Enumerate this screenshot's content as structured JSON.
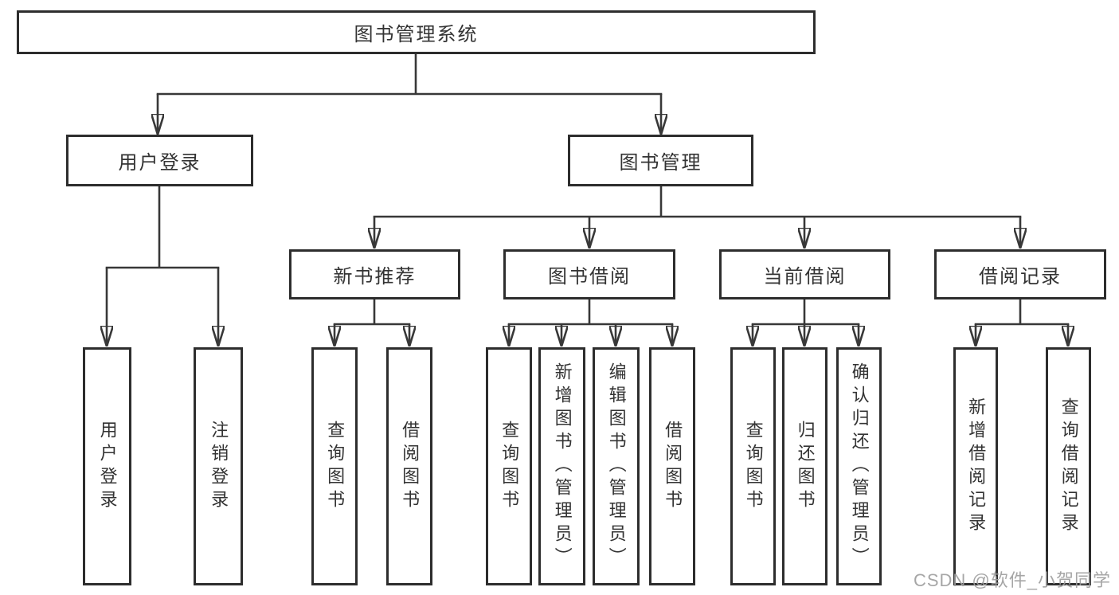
{
  "diagram": {
    "type": "hierarchy",
    "colors": {
      "line": "#383838",
      "box_border": "#2d2d2d",
      "box_fill": "#ffffff",
      "text": "#333333",
      "watermark": "#9e9e9e"
    },
    "root": {
      "label": "图书管理系统"
    },
    "branches": [
      {
        "label": "用户登录",
        "children": [
          {
            "label": "用户登录"
          },
          {
            "label": "注销登录"
          }
        ]
      },
      {
        "label": "图书管理",
        "modules": [
          {
            "label": "新书推荐",
            "children": [
              {
                "label": "查询图书"
              },
              {
                "label": "借阅图书"
              }
            ]
          },
          {
            "label": "图书借阅",
            "children": [
              {
                "label": "查询图书"
              },
              {
                "label": "新增图书（管理员）"
              },
              {
                "label": "编辑图书（管理员）"
              },
              {
                "label": "借阅图书"
              }
            ]
          },
          {
            "label": "当前借阅",
            "children": [
              {
                "label": "查询图书"
              },
              {
                "label": "归还图书"
              },
              {
                "label": "确认归还（管理员）"
              }
            ]
          },
          {
            "label": "借阅记录",
            "children": [
              {
                "label": "新增借阅记录"
              },
              {
                "label": "查询借阅记录"
              }
            ]
          }
        ]
      }
    ]
  },
  "watermark": "CSDN @软件_小贺同学"
}
